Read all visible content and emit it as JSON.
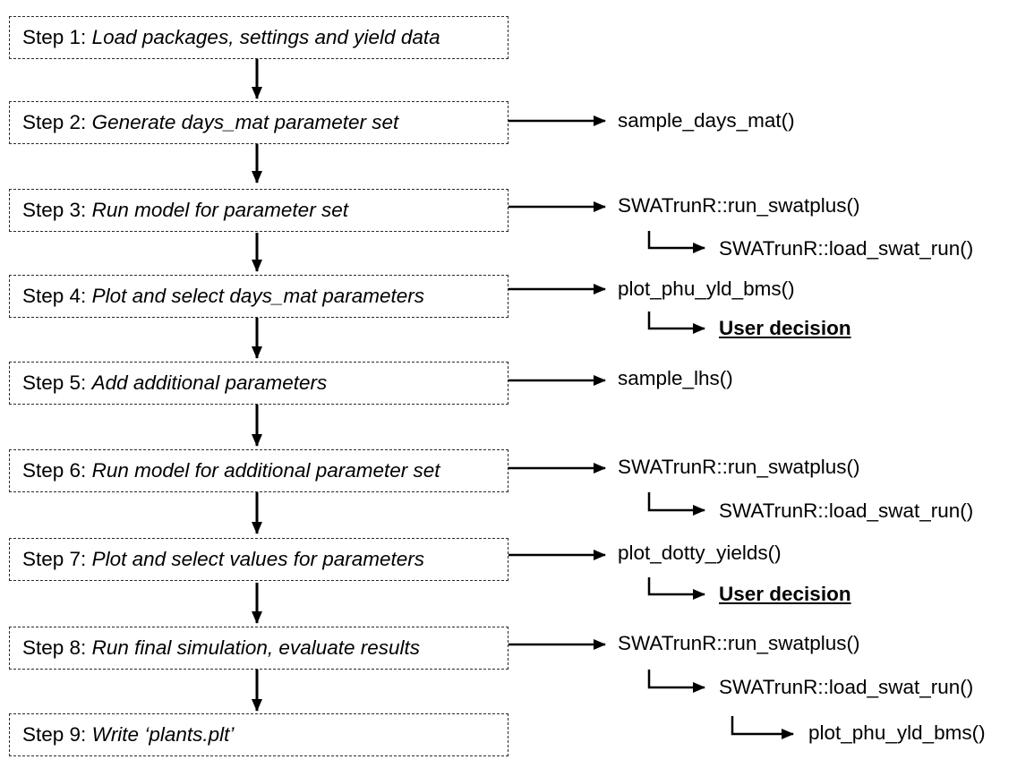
{
  "steps": [
    {
      "num": "Step 1: ",
      "desc": "Load packages, settings and yield data"
    },
    {
      "num": "Step 2: ",
      "desc": "Generate days_mat parameter set"
    },
    {
      "num": "Step 3: ",
      "desc": "Run model for parameter set"
    },
    {
      "num": "Step 4: ",
      "desc": "Plot and select days_mat parameters"
    },
    {
      "num": "Step 5: ",
      "desc": "Add additional parameters"
    },
    {
      "num": "Step 6: ",
      "desc": "Run model for additional parameter set"
    },
    {
      "num": "Step 7: ",
      "desc": "Plot and select values for parameters"
    },
    {
      "num": "Step 8: ",
      "desc": "Run final simulation, evaluate results"
    },
    {
      "num": "Step 9:  ",
      "desc": "Write ‘plants.plt’"
    }
  ],
  "functions": {
    "step2_main": "sample_days_mat()",
    "step3_main": "SWATrunR::run_swatplus()",
    "step3_sub": "SWATrunR::load_swat_run()",
    "step4_main": "plot_phu_yld_bms()",
    "step4_sub": "User decision",
    "step5_main": "sample_lhs()",
    "step6_main": "SWATrunR::run_swatplus()",
    "step6_sub": "SWATrunR::load_swat_run()",
    "step7_main": "plot_dotty_yields()",
    "step7_sub": "User decision",
    "step8_main": "SWATrunR::run_swatplus()",
    "step8_sub": "SWATrunR::load_swat_run()",
    "step8_sub2": "plot_phu_yld_bms()"
  }
}
